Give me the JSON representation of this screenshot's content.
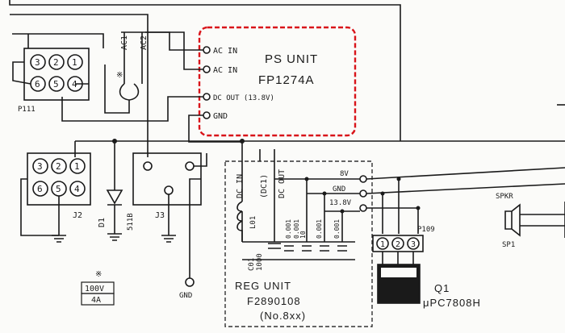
{
  "ps_unit": {
    "title": "PS UNIT",
    "model": "FP1274A",
    "pins": [
      "AC IN",
      "AC IN",
      "DC OUT (13.8V)",
      "GND"
    ]
  },
  "connectors": {
    "p111": {
      "name": "P111",
      "pins": [
        "3",
        "2",
        "1",
        "6",
        "5",
        "4"
      ]
    },
    "j2": {
      "name": "J2",
      "pins": [
        "3",
        "2",
        "1",
        "6",
        "5",
        "4"
      ]
    },
    "j3": {
      "name": "J3"
    },
    "p109": {
      "name": "P109",
      "pins": [
        "1",
        "2",
        "3"
      ]
    }
  },
  "labels": {
    "ac1": "AC1",
    "ac2": "AC2",
    "d1": "D1",
    "d1_part": "511B",
    "gnd": "GND",
    "fuse_mark": "※",
    "fuse_rating_v": "100V",
    "fuse_rating_a": "4A",
    "spkr": "SPKR",
    "sp1": "SP1"
  },
  "reg_unit": {
    "title": "REG UNIT",
    "model": "F2890108",
    "variant": "(No.8xx)",
    "inputs": [
      "DC IN",
      "(DC1)",
      "DC OUT"
    ],
    "outputs": [
      "8V",
      "GND",
      "13.8V"
    ],
    "components": [
      "L01",
      "C01",
      "1000",
      "0.001",
      "0.001",
      "10",
      "0.001",
      "0.001"
    ]
  },
  "regulator": {
    "ref": "Q1",
    "part": "μPC7808H"
  }
}
